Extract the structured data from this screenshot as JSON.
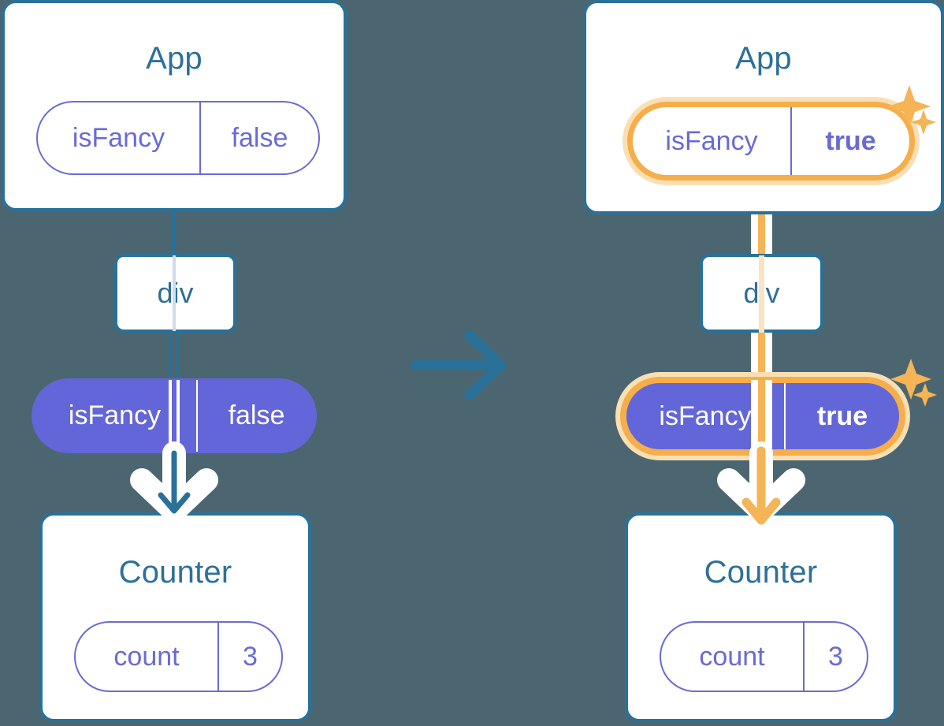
{
  "diagram": {
    "background_color": "#4b6671",
    "accent_blue": "#2d7099",
    "accent_purple": "#6366d8",
    "accent_orange": "#f5ae4a",
    "transition_arrow": "right-arrow"
  },
  "before": {
    "app": {
      "title": "App",
      "state": {
        "key": "isFancy",
        "value": "false",
        "highlighted": false
      }
    },
    "dom": {
      "label": "div"
    },
    "prop": {
      "key": "isFancy",
      "value": "false",
      "highlighted": false
    },
    "counter": {
      "title": "Counter",
      "state": {
        "key": "count",
        "value": "3",
        "highlighted": false
      }
    }
  },
  "after": {
    "app": {
      "title": "App",
      "state": {
        "key": "isFancy",
        "value": "true",
        "highlighted": true
      }
    },
    "dom": {
      "label": "div"
    },
    "prop": {
      "key": "isFancy",
      "value": "true",
      "highlighted": true
    },
    "counter": {
      "title": "Counter",
      "state": {
        "key": "count",
        "value": "3",
        "highlighted": false
      }
    },
    "sparkles": [
      "sparkle-large",
      "sparkle-small"
    ]
  }
}
